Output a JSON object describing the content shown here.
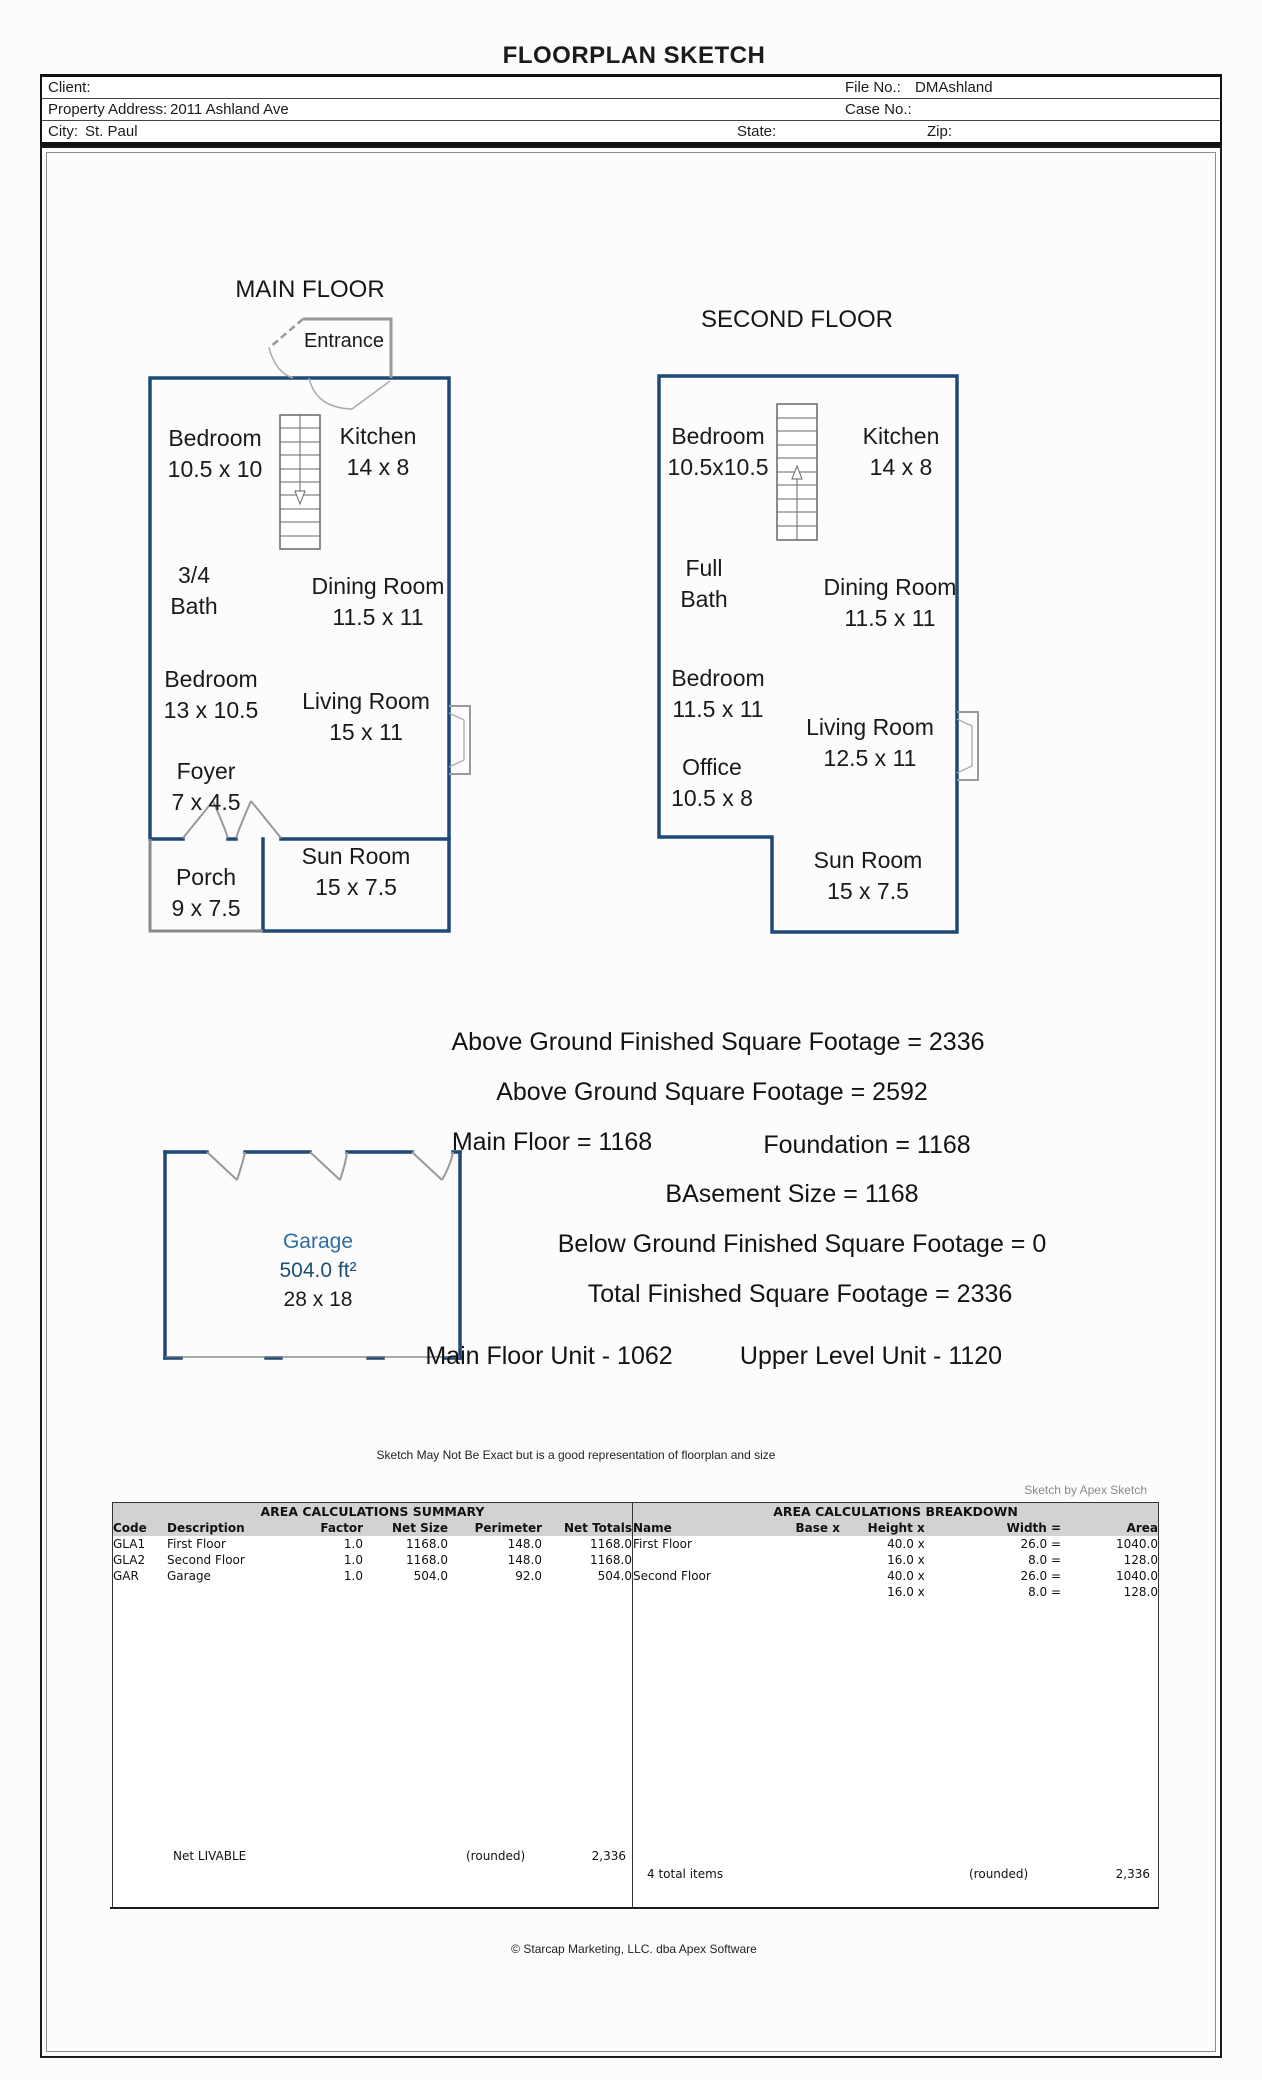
{
  "doc": {
    "title": "FLOORPLAN SKETCH"
  },
  "header": {
    "client_label": "Client:",
    "file_label": "File No.:",
    "file_value": "DMAshland",
    "address_label": "Property Address:",
    "address_value": "2011 Ashland Ave",
    "case_label": "Case No.:",
    "city_label": "City:",
    "city_value": "St. Paul",
    "state_label": "State:",
    "zip_label": "Zip:"
  },
  "main_floor": {
    "title": "MAIN FLOOR",
    "entrance_label": "Entrance",
    "rooms": [
      {
        "name": "Bedroom",
        "dims": "10.5 x 10"
      },
      {
        "name": "Kitchen",
        "dims": "14 x 8"
      },
      {
        "name": "3/4",
        "dims": "Bath"
      },
      {
        "name": "Dining Room",
        "dims": "11.5 x 11"
      },
      {
        "name": "Bedroom",
        "dims": "13 x 10.5"
      },
      {
        "name": "Living Room",
        "dims": "15 x 11"
      },
      {
        "name": "Foyer",
        "dims": "7 x 4.5"
      },
      {
        "name": "Porch",
        "dims": "9 x 7.5"
      },
      {
        "name": "Sun Room",
        "dims": "15 x 7.5"
      }
    ]
  },
  "second_floor": {
    "title": "SECOND FLOOR",
    "rooms": [
      {
        "name": "Bedroom",
        "dims": "10.5x10.5"
      },
      {
        "name": "Kitchen",
        "dims": "14 x 8"
      },
      {
        "name": "Full",
        "dims": "Bath"
      },
      {
        "name": "Dining Room",
        "dims": "11.5 x 11"
      },
      {
        "name": "Bedroom",
        "dims": "11.5 x 11"
      },
      {
        "name": "Living Room",
        "dims": "12.5 x 11"
      },
      {
        "name": "Office",
        "dims": "10.5 x 8"
      },
      {
        "name": "Sun Room",
        "dims": "15 x 7.5"
      }
    ]
  },
  "garage": {
    "name": "Garage",
    "area": "504.0 ft²",
    "dims": "28 x 18"
  },
  "totals": {
    "line1": "Above Ground Finished Square Footage = 2336",
    "line2": "Above Ground Square Footage = 2592",
    "line3a": "Main Floor = 1168",
    "line3b": "Foundation = 1168",
    "line4": "BAsement Size = 1168",
    "line5": "Below Ground Finished Square Footage = 0",
    "line6": "Total Finished Square Footage = 2336",
    "line7a": "Main Floor Unit - 1062",
    "line7b": "Upper Level Unit - 1120"
  },
  "disclaimer": "Sketch May Not Be Exact but is a good representation of floorplan and size",
  "credit": "Sketch by Apex Sketch",
  "summary_table": {
    "title": "AREA CALCULATIONS SUMMARY",
    "headers": [
      "Code",
      "Description",
      "Factor",
      "Net Size",
      "Perimeter",
      "Net Totals"
    ],
    "rows": [
      [
        "GLA1",
        "First Floor",
        "1.0",
        "1168.0",
        "148.0",
        "1168.0"
      ],
      [
        "GLA2",
        "Second Floor",
        "1.0",
        "1168.0",
        "148.0",
        "1168.0"
      ],
      [
        "GAR",
        "Garage",
        "1.0",
        "504.0",
        "92.0",
        "504.0"
      ]
    ],
    "net_label": "Net LIVABLE",
    "rounded_label": "(rounded)",
    "net_total": "2,336"
  },
  "breakdown_table": {
    "title": "AREA CALCULATIONS BREAKDOWN",
    "headers": [
      "Name",
      "Base x",
      "Height x",
      "Width =",
      "Area"
    ],
    "rows": [
      [
        "First Floor",
        "",
        "40.0 x",
        "26.0 =",
        "1040.0"
      ],
      [
        "",
        "",
        "16.0 x",
        "8.0 =",
        "128.0"
      ],
      [
        "Second Floor",
        "",
        "40.0 x",
        "26.0 =",
        "1040.0"
      ],
      [
        "",
        "",
        "16.0 x",
        "8.0 =",
        "128.0"
      ]
    ],
    "items_label": "4 total items",
    "rounded_label": "(rounded)",
    "total": "2,336"
  },
  "footer": "© Starcap Marketing, LLC. dba Apex Software",
  "colors": {
    "outline": "#1e4976",
    "garage_text": "#2d6ca2",
    "garage_area": "#1d4e73",
    "header_bg": "#d2d2d2"
  }
}
